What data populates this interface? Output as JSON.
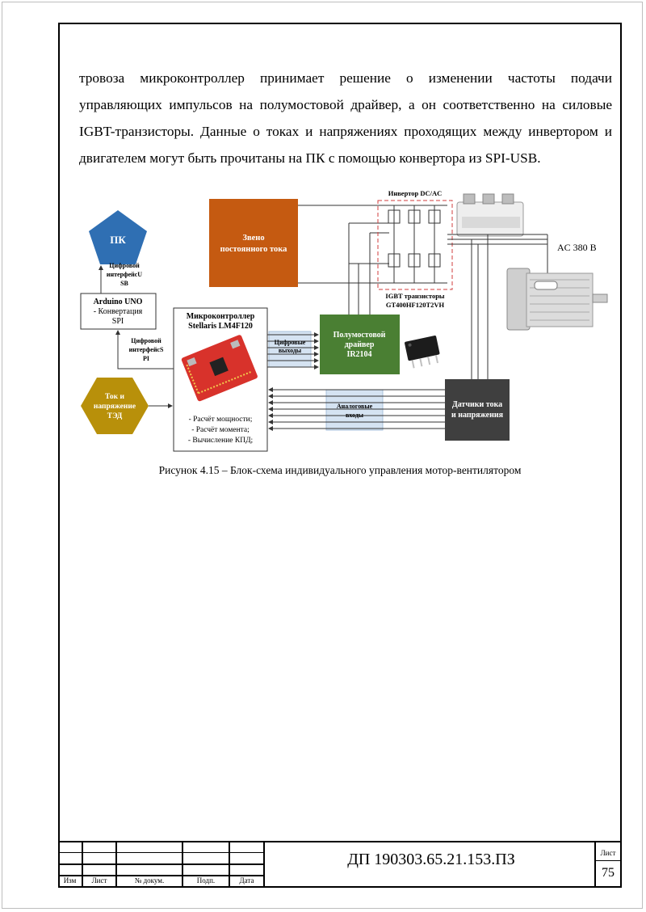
{
  "body_text": "тровоза микроконтроллер принимает решение о изменении частоты подачи управляющих импульсов на полумостовой драйвер, а он соответственно на силовые IGBT-транзисторы. Данные о токах и напряжениях проходящих между инвертором и двигателем могут быть прочитаны на ПК с помощью конвертора из SPI-USB.",
  "diagram": {
    "pc": "ПК",
    "usb_line1": "Цифровой",
    "usb_line2": "интерфейсU",
    "usb_line3": "SB",
    "arduino_title": "Arduino UNO",
    "arduino_line2": "- Конвертация",
    "arduino_line3": "SPI",
    "spi_line1": "Цифровой",
    "spi_line2": "интерфейсS",
    "spi_line3": "PI",
    "tok_line1": "Ток и",
    "tok_line2": "напряжение",
    "tok_line3": "ТЭД",
    "mcu_title1": "Микроконтроллер",
    "mcu_title2": "Stellaris LM4F120",
    "mcu_item1": "- Расчёт мощности;",
    "mcu_item2": "- Расчёт момента;",
    "mcu_item3": "- Вычисление КПД;",
    "dc_line1": "Звено",
    "dc_line2": "постоянного тока",
    "inverter_label": "Инвертор DC/AC",
    "igbt_line1": "IGBT транзисторы",
    "igbt_line2": "GT400HF120T2VH",
    "ac_label": "AC 380 B",
    "digital_out_line1": "Цифровые",
    "digital_out_line2": "выходы",
    "driver_line1": "Полумостовой",
    "driver_line2": "драйвер",
    "driver_line3": "IR2104",
    "analog_in_line1": "Аналоговые",
    "analog_in_line2": "входы",
    "sensors_line1": "Датчики тока",
    "sensors_line2": "и напряжения",
    "colors": {
      "pc": "#2f6fb3",
      "dc_link": "#c55a11",
      "driver": "#4a7f33",
      "sensors": "#3f3f3f",
      "tok": "#b8900a",
      "bus_box": "#d5e3f2"
    }
  },
  "caption": "Рисунок 4.15 – Блок-схема индивидуального управления мотор-вентилятором",
  "stamp": {
    "izm": "Изм",
    "list": "Лист",
    "n_dokum": "№ докум.",
    "podp": "Подп.",
    "data": "Дата",
    "doc_code": "ДП 190303.65.21.153.ПЗ",
    "sheet_label": "Лист",
    "sheet_number": "75"
  }
}
